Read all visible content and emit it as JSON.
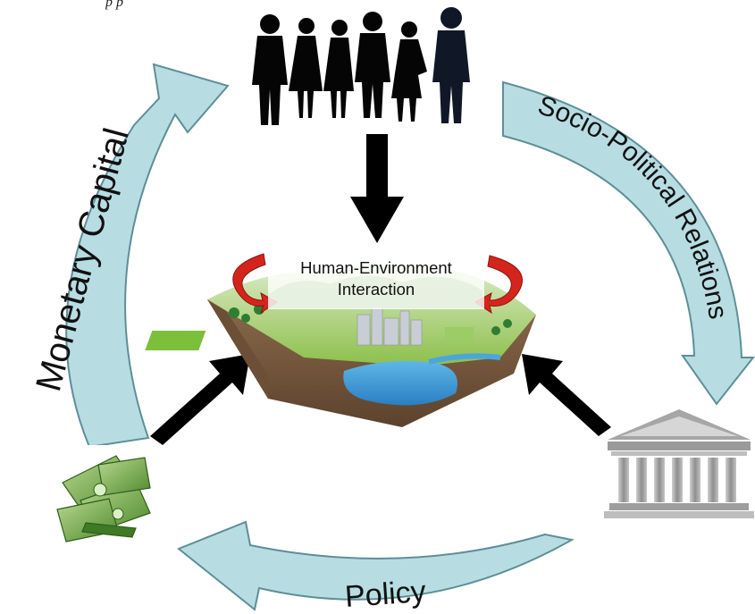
{
  "caption_fragment": "p          p",
  "flow_labels": {
    "left": "Monetary Capital",
    "right": "Socio-Political Relations",
    "bottom": "Policy"
  },
  "center_label": {
    "line1": "Human-Environment",
    "line2": "Interaction"
  },
  "colors": {
    "flow_arrow_fill": "#b7dde3",
    "flow_arrow_stroke": "#5e8f97",
    "black_arrow": "#000000",
    "cycle_arrow_red": "#d4251c",
    "money_green": "#5b8f3a",
    "building_gray": "#9a9a9a"
  },
  "icons": [
    "people-silhouettes-icon",
    "money-stack-icon",
    "government-building-icon",
    "landscape-block-icon"
  ]
}
